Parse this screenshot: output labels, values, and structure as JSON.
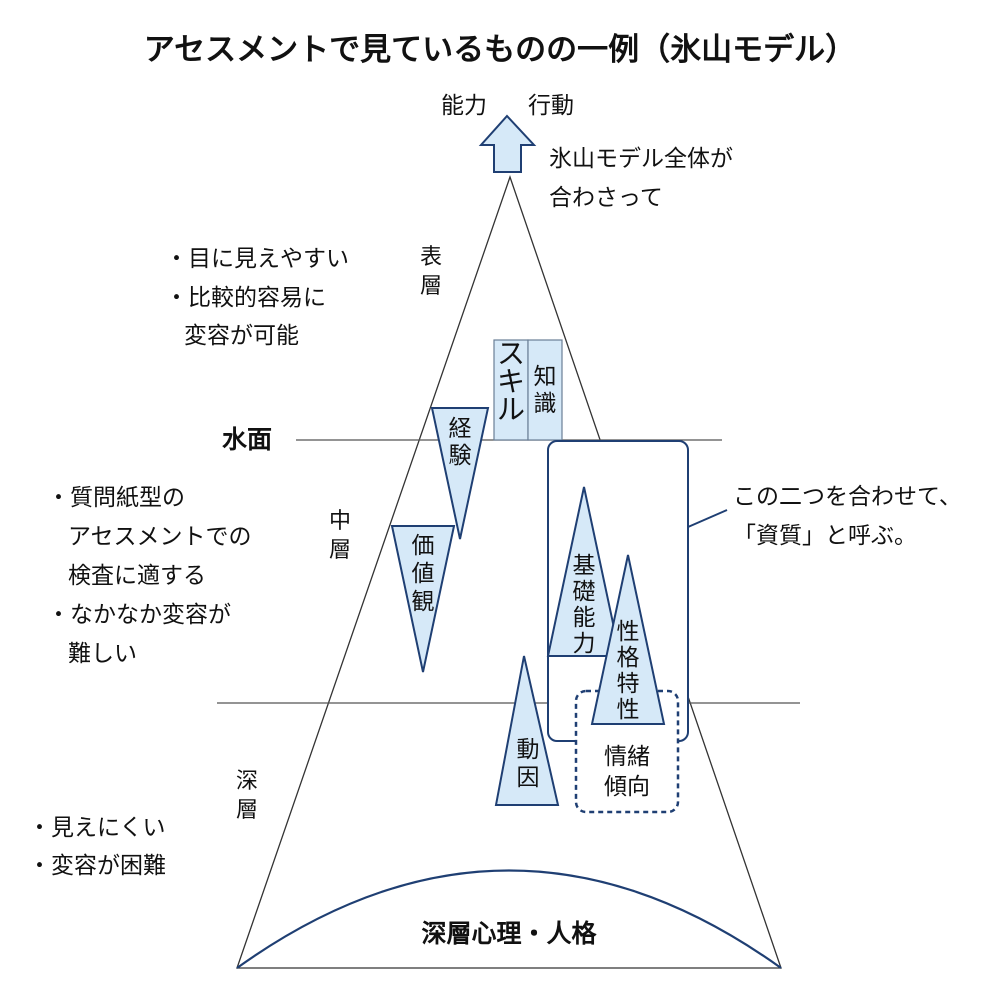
{
  "title": "アセスメントで見ているものの一例（氷山モデル）",
  "top": {
    "label_left": "能力",
    "label_right": "行動",
    "combined_note": [
      "氷山モデル全体が",
      "合わさって"
    ]
  },
  "layers": {
    "surface": [
      "表",
      "層"
    ],
    "middle": [
      "中",
      "層"
    ],
    "deep": [
      "深",
      "層"
    ]
  },
  "water_surface_label": "水面",
  "notes": {
    "surface": [
      "・目に見えやすい",
      "・比較的容易に",
      "変容が可能"
    ],
    "middle": [
      "・質問紙型の",
      "アセスメントでの",
      "検査に適する",
      "・なかなか変容が",
      "難しい"
    ],
    "deep": [
      "・見えにくい",
      "・変容が困難"
    ]
  },
  "elements": {
    "skill": "スキル",
    "knowledge": "知識",
    "experience": "経験",
    "values": "価値観",
    "basic_ability": "基礎能力",
    "personality": "性格特性",
    "motive": "動因",
    "emotional_tendency": [
      "情緒",
      "傾向"
    ],
    "deep_psychology": "深層心理・人格"
  },
  "callout": [
    "この二つを合わせて、",
    "「資質」と呼ぶ。"
  ],
  "colors": {
    "fill": "#d6e9f8",
    "stroke": "#1f3f73",
    "line": "#555555",
    "text": "#111111"
  }
}
